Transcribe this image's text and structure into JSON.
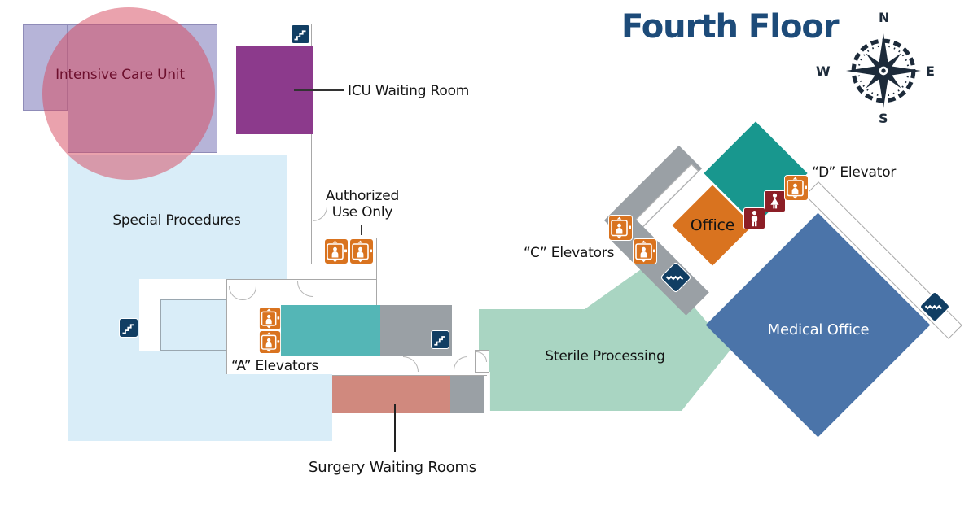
{
  "title": "Fourth Floor",
  "compass": {
    "north": "N",
    "east": "E",
    "south": "S",
    "west": "W"
  },
  "labels": {
    "intensive_care": "Intensive Care Unit",
    "icu_waiting": "ICU Waiting Room",
    "special_procedures": "Special Procedures",
    "authorized_line1": "Authorized",
    "authorized_line2": "Use Only",
    "a_elevators": "“A” Elevators",
    "sterile_processing": "Sterile Processing",
    "surgery_waiting": "Surgery Waiting Rooms",
    "c_elevators": "“C” Elevators",
    "office": "Office",
    "d_elevator": "“D” Elevator",
    "medical_office": "Medical Office"
  },
  "icons": {
    "stairs": "stairs-icon",
    "elevator": "elevator-icon",
    "restroom_men": "restroom-men-icon",
    "restroom_women": "restroom-women-icon",
    "compass_rose": "compass-rose-icon"
  },
  "colors": {
    "title_navy": "#1d4b79",
    "lavender_icu": "#b6b4d8",
    "pink_highlight": "rgba(214,70,92,0.5)",
    "icu_text": "#6d0f2d",
    "light_blue": "#d9edf8",
    "purple_icu_waiting": "#8c3a8c",
    "teal_corridor": "#54b6b6",
    "gray_corridor": "#9aa0a5",
    "salmon_surgery": "#d0897e",
    "mint_sterile": "#a9d5c2",
    "teal_diamond": "#18978e",
    "orange_office": "#d9731f",
    "blue_medical": "#4b74a9",
    "maroon_restroom": "#8c1e26",
    "stairs_navy": "#113e63",
    "outline_gray": "#a8a8a8",
    "compass_dark": "#1d2b3a"
  }
}
